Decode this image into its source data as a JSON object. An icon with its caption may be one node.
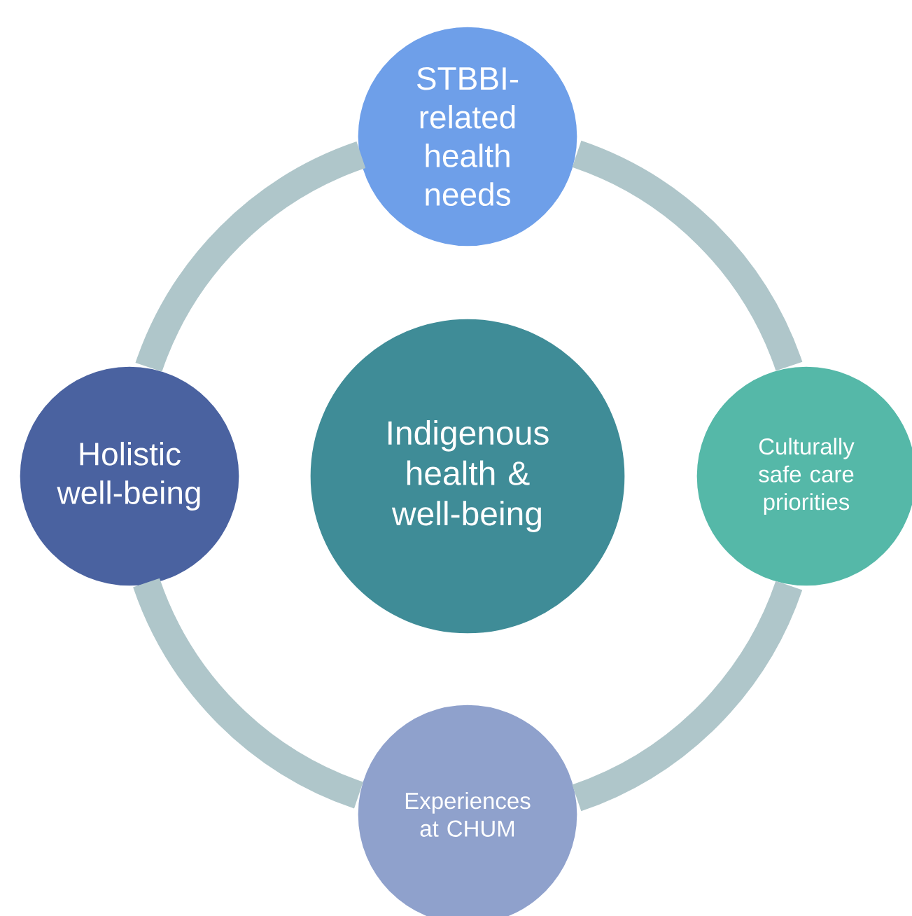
{
  "diagram": {
    "nodes": [
      {
        "text": [
          "STBBI-related health needs"
        ]
      },
      {
        "text": [
          "Holistic well-being"
        ]
      },
      {
        "text": [
          "Indigenous health & well-being"
        ]
      },
      {
        "text": [
          "Culturally safe care priorities"
        ]
      },
      {
        "text": [
          "Experiences at CHUM"
        ]
      }
    ],
    "edges": [
      {
        "from": 0,
        "to": 3,
        "arrow": "none"
      },
      {
        "from": 3,
        "to": 4,
        "arrow": "none"
      },
      {
        "from": 4,
        "to": 1,
        "arrow": "none"
      },
      {
        "from": 1,
        "to": 0,
        "arrow": "none"
      }
    ]
  }
}
